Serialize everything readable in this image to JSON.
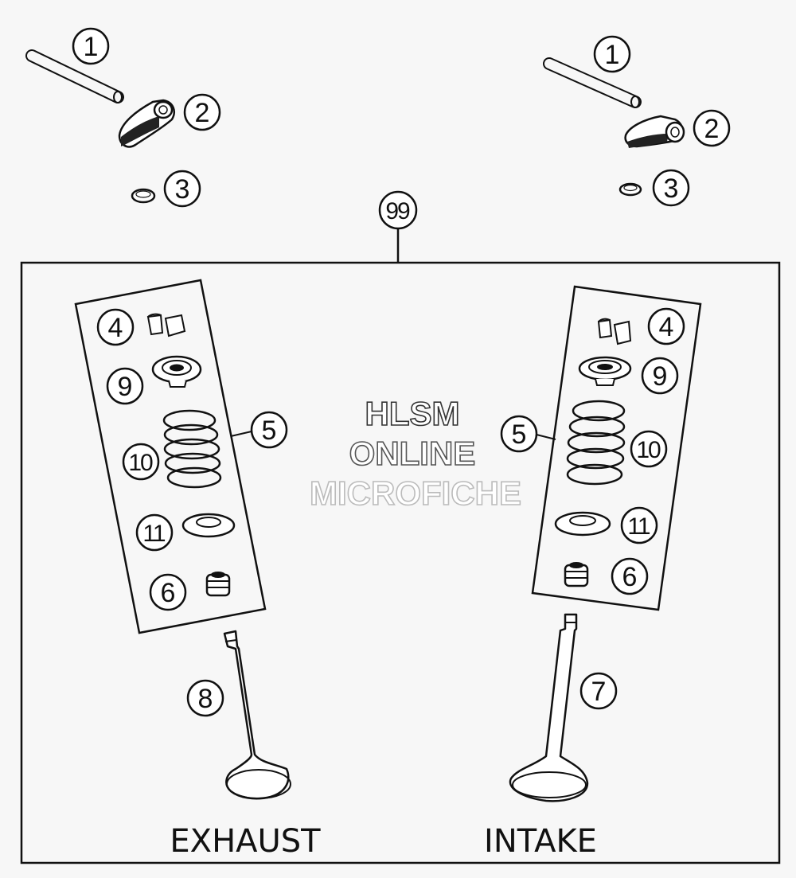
{
  "assembly_callout": "99",
  "labels": {
    "exhaust": "EXHAUST",
    "intake": "INTAKE"
  },
  "watermark": {
    "line1": "HLSM",
    "line2": "ONLINE",
    "line3": "MICROFICHE"
  },
  "colors": {
    "line": "#111111",
    "background": "#f7f7f7",
    "watermark_dark": "#333333",
    "watermark_light": "#bbbbbb"
  },
  "callouts": {
    "left": {
      "rocker_shaft": "1",
      "rocker_arm": "2",
      "shim": "3",
      "valve_keeper": "4",
      "spring_kit": "5",
      "valve_seal": "6",
      "exhaust_valve": "8",
      "spring_retainer": "9",
      "valve_spring": "10",
      "spring_seat": "11"
    },
    "right": {
      "rocker_shaft": "1",
      "rocker_arm": "2",
      "shim": "3",
      "valve_keeper": "4",
      "spring_kit": "5",
      "valve_seal": "6",
      "intake_valve": "7",
      "spring_retainer": "9",
      "valve_spring": "10",
      "spring_seat": "11"
    }
  }
}
